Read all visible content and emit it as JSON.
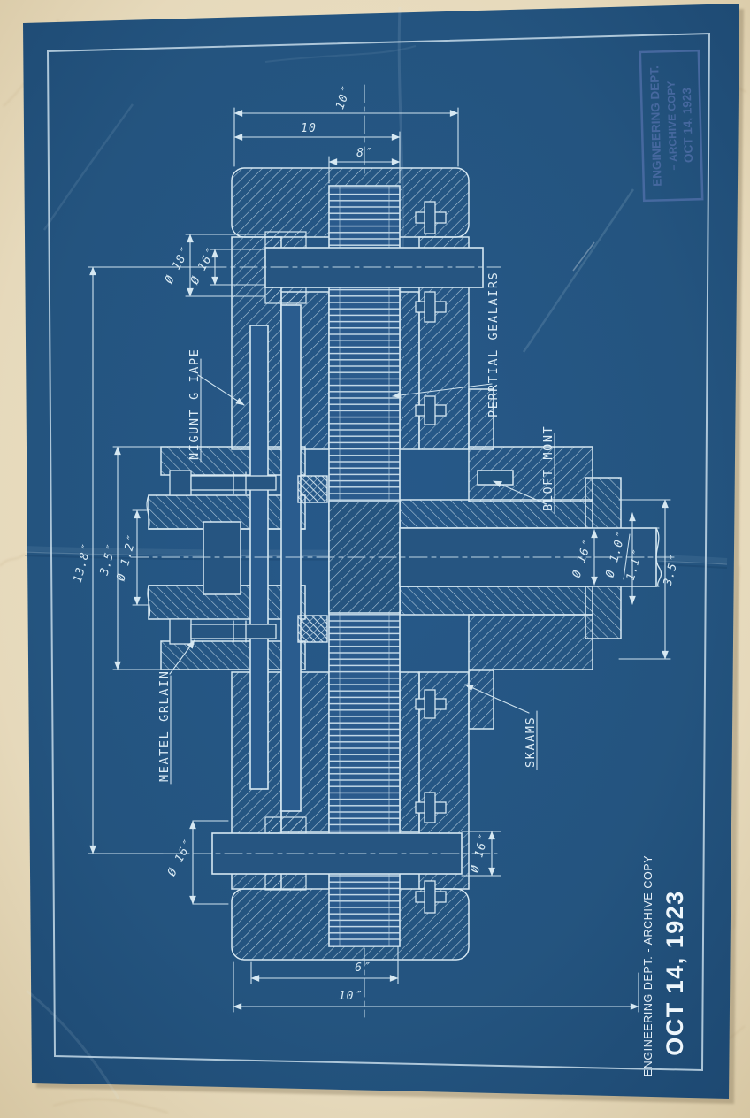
{
  "document": {
    "kind": "engineering-blueprint",
    "stamp": {
      "line1": "ENGINEERING DEPT.",
      "line2": "– ARCHIVE COPY",
      "line3": "OCT 14, 1923"
    },
    "margin_note": {
      "dept_line": "ENGINEERING DEPT. - ARCHIVE COPY",
      "date_line": "OCT 14, 1923"
    }
  },
  "drawing": {
    "part_labels": {
      "mount": "NIGUNT G IAPE",
      "gears": "PERRTIAL GEALAIRS",
      "bolt_mount": "BLOFT MONT",
      "grain": "MEATEL GRLAIN",
      "seams": "SKAAMS"
    },
    "dimensions": {
      "top_overall": "10″",
      "top_mid": "10",
      "top_inner": "8″",
      "dia_top_left_outer": "Ø 18″",
      "dia_top_left_inner": "Ø 16″",
      "left_overall": "13.8″",
      "left_hub": "3.5″",
      "left_bore": "Ø 1.2″",
      "right_shaft_dia": "Ø 16″",
      "right_bore_dia": "Ø 1.0″",
      "right_bore_len": "1.1″",
      "right_flange": "3.5″",
      "dia_bottom_left": "Ø 16″",
      "dia_bottom_right": "Ø 16″",
      "bottom_inner": "6″",
      "bottom_overall": "10″"
    }
  },
  "colors": {
    "paper_beige": "#e8dcc0",
    "blueprint_blue": "#24557f",
    "line_white": "#d6e8f2",
    "stamp_ink": "#4d6da6"
  }
}
